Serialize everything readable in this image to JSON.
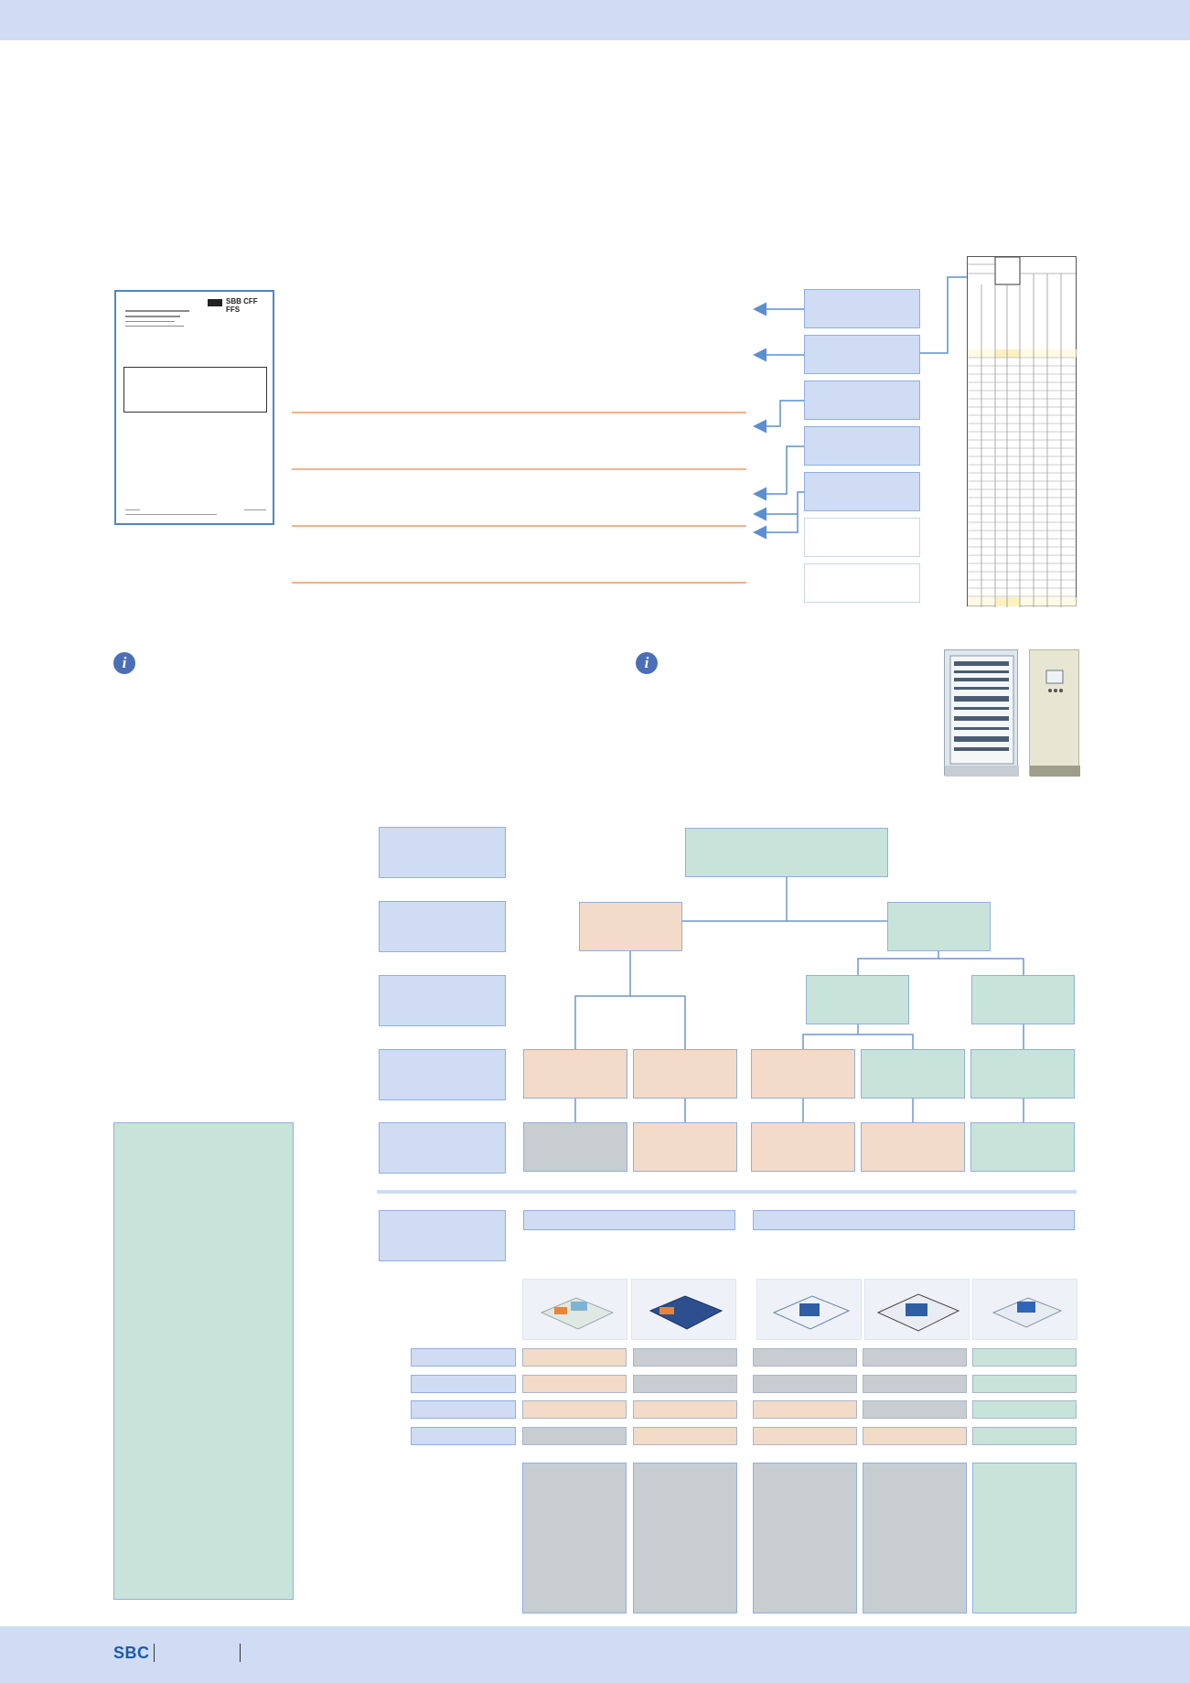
{
  "footer": {
    "brand": "SBC"
  },
  "doc_thumbnail": {
    "logo_text": "SBB CFF FFS"
  },
  "icons": {
    "info": "i"
  },
  "colors": {
    "band": "#cfdcf3",
    "accent_blue": "#4f86c6",
    "green": "#c8e3da",
    "peach": "#f2dbc8",
    "grey": "#c8cdd2",
    "orange_line": "#f3b28a",
    "brand_text": "#1e5aa8"
  }
}
